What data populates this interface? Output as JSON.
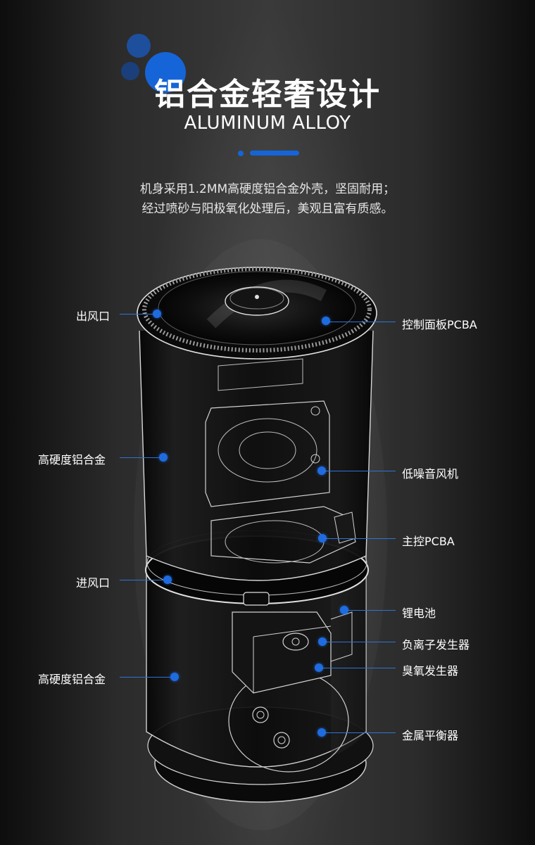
{
  "title": "铝合金轻奢设计",
  "subtitle": "ALUMINUM ALLOY",
  "description": [
    "机身采用1.2MM高硬度铝合金外壳，坚固耐用；",
    "经过喷砂与阳极氧化处理后，美观且富有质感。"
  ],
  "callouts": {
    "left": [
      "出风口",
      "高硬度铝合金",
      "进风口",
      "高硬度铝合金"
    ],
    "right": [
      "控制面板PCBA",
      "低噪音风机",
      "主控PCBA",
      "锂电池",
      "负离子发生器",
      "臭氧发生器",
      "金属平衡器"
    ]
  },
  "colors": {
    "accent": "#1565d8",
    "background": "#2b2b2b"
  }
}
